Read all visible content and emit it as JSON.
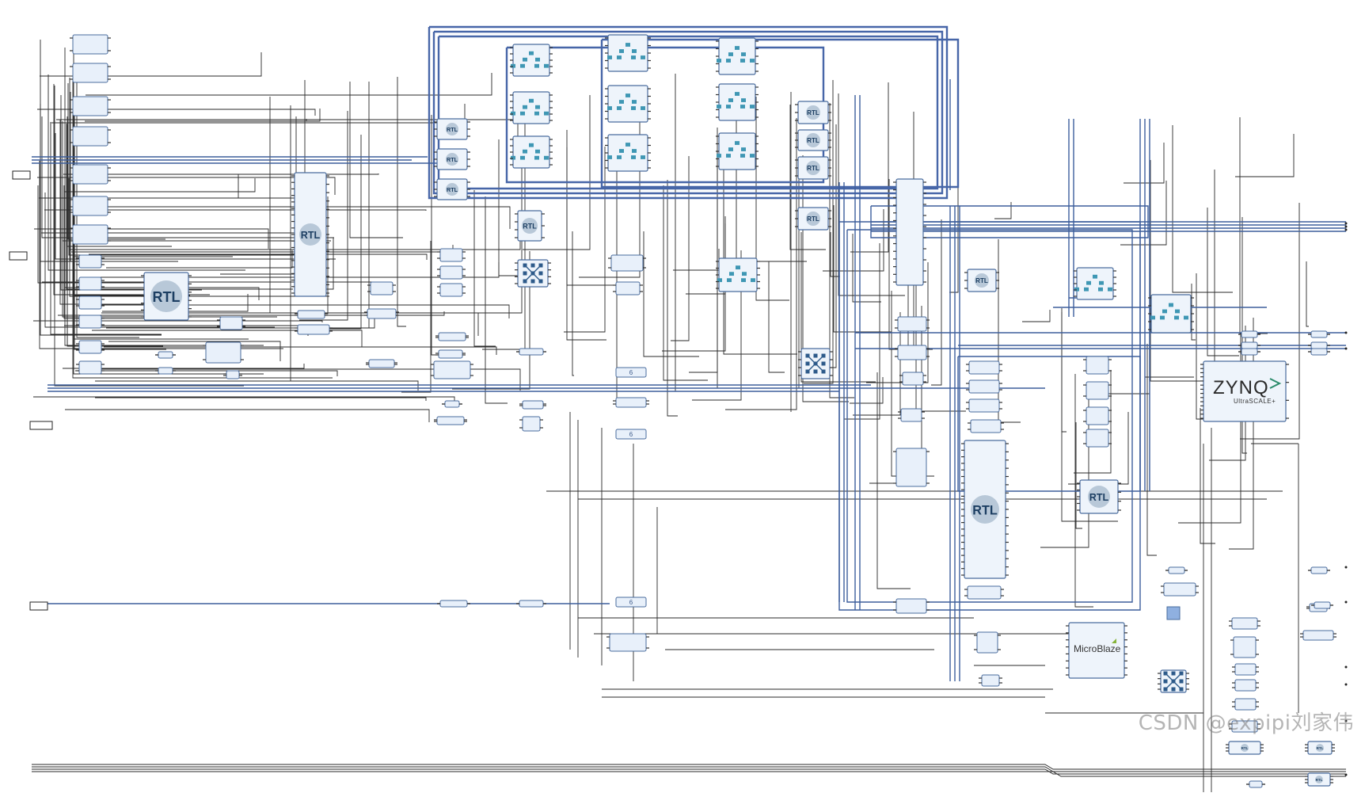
{
  "diagram": {
    "rtl_label": "RTL",
    "mux_label": "6",
    "zynq": {
      "logo": "ZYNQ",
      "subtitle": "UltraSCALE+"
    },
    "microblaze": {
      "logo": "MicroBlaze"
    }
  },
  "watermark": "CSDN @expipi刘家伟",
  "colors": {
    "wire_bus": "#3d5e9c",
    "wire_signal": "#2a2a2a",
    "block_fill": "#e8f0fa",
    "block_stroke": "#4a6c9e",
    "hierarchy_icon": "#3f97b4"
  }
}
